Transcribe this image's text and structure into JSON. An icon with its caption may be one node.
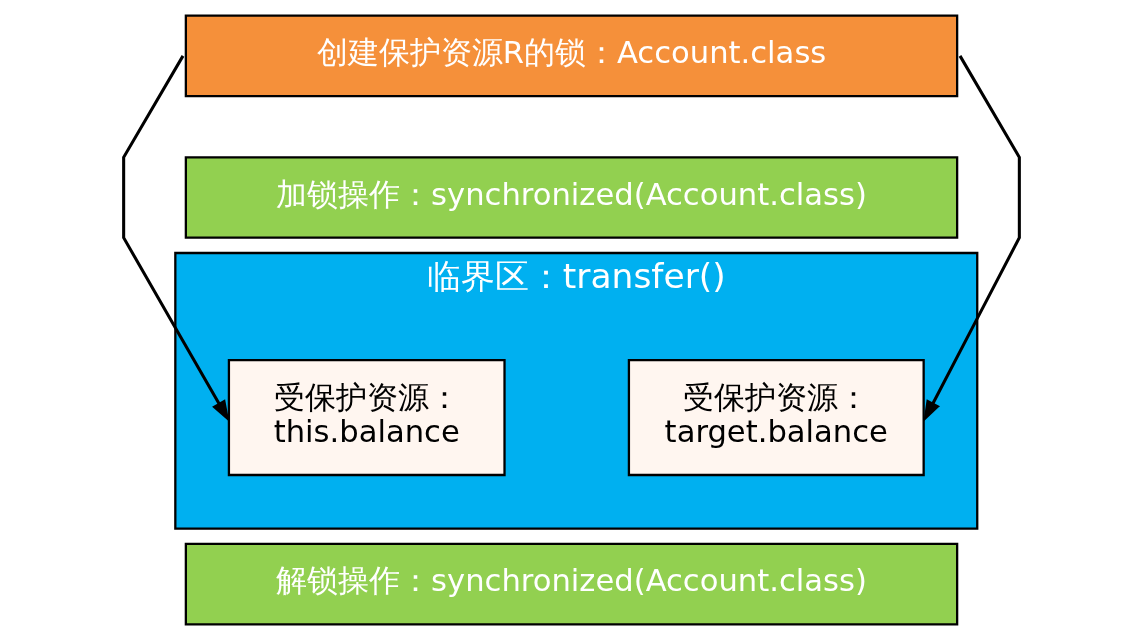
{
  "diagram": {
    "nodes": [
      {
        "text": [
          "创建保护资源R的锁：Account.class"
        ]
      },
      {
        "text": [
          "加锁操作：synchronized(Account.class)"
        ]
      },
      {
        "text": [
          "临界区：transfer()"
        ]
      },
      {
        "text": [
          "受保护资源：",
          "this.balance"
        ],
        "in": 2
      },
      {
        "text": [
          "受保护资源：",
          "target.balance"
        ],
        "in": 2
      },
      {
        "text": [
          "解锁操作：synchronized(Account.class)"
        ]
      }
    ],
    "edges": [
      {
        "from": 0,
        "to": 3,
        "arrow": "to"
      },
      {
        "from": 0,
        "to": 4,
        "arrow": "to"
      }
    ]
  }
}
